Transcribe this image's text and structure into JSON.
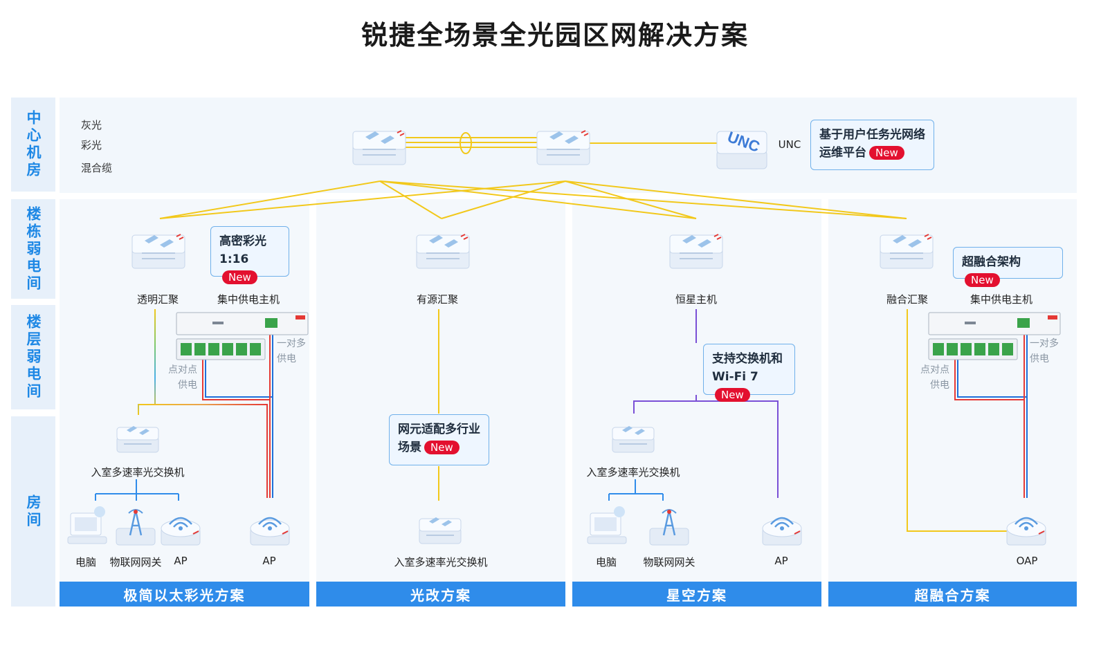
{
  "title": "锐捷全场景全光园区网解决方案",
  "tiers": {
    "center": "中心机房",
    "building": "楼栋弱电间",
    "floor": "楼层弱电间",
    "room": "房间"
  },
  "legend": {
    "gray_light": "灰光",
    "color_light": "彩光",
    "hybrid_cable": "混合缆"
  },
  "colors": {
    "accent_blue": "#2f8cea",
    "fiber_yellow": "#f2c81a",
    "power_red": "#e53935",
    "power_blue": "#1e6fd9",
    "purple_link": "#7a4fd6",
    "badge_red": "#e3102f"
  },
  "core": {
    "unc_label": "UNC",
    "unc_callout_line1": "基于用户任务光网络",
    "unc_callout_line2": "运维平台",
    "new_badge": "New"
  },
  "columns": [
    {
      "footer": "极简以太彩光方案",
      "aggregation": "透明汇聚",
      "power_host": "集中供电主机",
      "callout_line1": "高密彩光",
      "callout_line2": "1:16",
      "point_to_point_1": "点对点",
      "point_to_point_2": "供电",
      "one_to_many_1": "一对多",
      "one_to_many_2": "供电",
      "room_switch": "入室多速率光交换机",
      "devices": [
        "电脑",
        "物联网网关",
        "AP"
      ],
      "ap_extra": "AP"
    },
    {
      "footer": "光改方案",
      "aggregation": "有源汇聚",
      "callout_line1": "网元适配多行业",
      "callout_line2": "场景",
      "room_switch": "入室多速率光交换机"
    },
    {
      "footer": "星空方案",
      "aggregation": "恒星主机",
      "callout_line1": "支持交换机和",
      "callout_line2": "Wi-Fi 7",
      "room_switch": "入室多速率光交换机",
      "devices": [
        "电脑",
        "物联网网关"
      ],
      "ap_extra": "AP"
    },
    {
      "footer": "超融合方案",
      "aggregation": "融合汇聚",
      "power_host": "集中供电主机",
      "callout_line1": "超融合架构",
      "point_to_point_1": "点对点",
      "point_to_point_2": "供电",
      "one_to_many_1": "一对多",
      "one_to_many_2": "供电",
      "oap": "OAP"
    }
  ]
}
